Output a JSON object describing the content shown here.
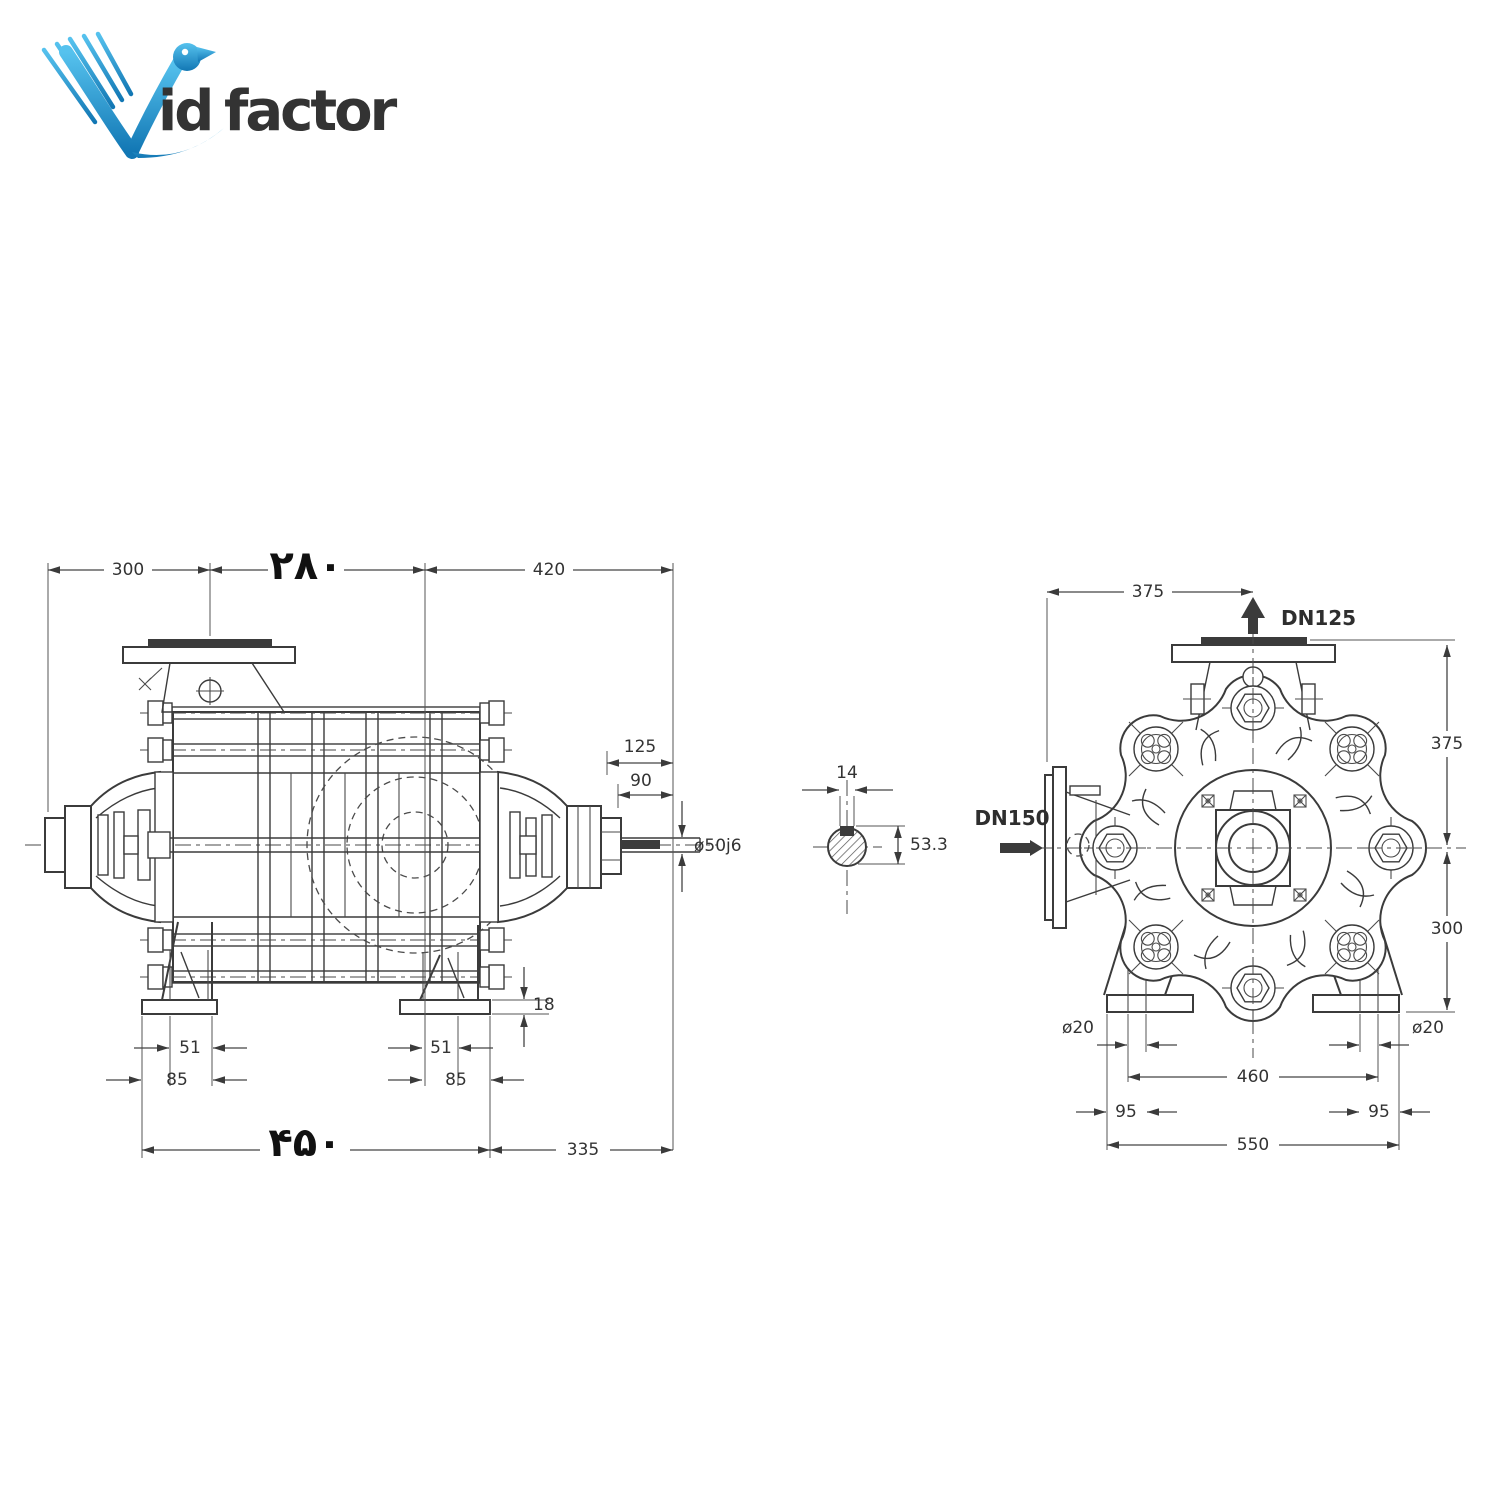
{
  "logo": {
    "id_text": "id",
    "factor_text": "factor",
    "blue": "#1e9cd7",
    "blue_light": "#56c2ee",
    "orange_light": "#fcc22d",
    "orange_dark": "#ef8019"
  },
  "drawing": {
    "line_color": "#3b3b3b",
    "side_view": {
      "dim_top_left": "300",
      "dim_top_mid_fa": "۲۸۰",
      "dim_top_right": "420",
      "dim_125": "125",
      "dim_90": "90",
      "dim_shaft_dia": "ø50j6",
      "dim_foot_plate": "18",
      "dim_51_left": "51",
      "dim_85_left": "85",
      "dim_51_right": "51",
      "dim_85_right": "85",
      "dim_bottom_fa": "۴۵۰",
      "dim_335": "335"
    },
    "shaft_section": {
      "dim_key_width": "14",
      "dim_key_depth": "53.3"
    },
    "front_view": {
      "discharge_label": "DN125",
      "suction_label": "DN150",
      "dim_375_top": "375",
      "dim_375_right": "375",
      "dim_300_right": "300",
      "dim_hole_left": "ø20",
      "dim_hole_right": "ø20",
      "dim_460": "460",
      "dim_95_left": "95",
      "dim_95_right": "95",
      "dim_550": "550"
    }
  }
}
